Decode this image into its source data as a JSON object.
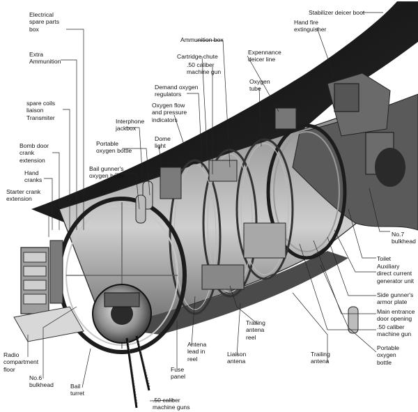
{
  "diagram": {
    "labels": [
      {
        "id": "stabilizer-deicer-boot",
        "text": "Stabilizer deicer boot"
      },
      {
        "id": "hand-fire-extinguisher",
        "text": "Hand fire\nextinguisher"
      },
      {
        "id": "electrical-spare-parts-box",
        "text": "Electrical\nspare parts\nbox"
      },
      {
        "id": "ammunition-box",
        "text": "Ammunition box"
      },
      {
        "id": "cartridge-chute",
        "text": "Cartridge chute"
      },
      {
        "id": "caliber-50-machine-gun-top",
        "text": ".50 caliber\nmachine gun"
      },
      {
        "id": "expennance-deicer-line",
        "text": "Expennance\ndeicer line"
      },
      {
        "id": "extra-ammunition",
        "text": "Extra\nAmmunition"
      },
      {
        "id": "oxygen-tube",
        "text": "Oxygen\ntube"
      },
      {
        "id": "demand-oxygen-regulators",
        "text": "Demand oxygen\nregulators"
      },
      {
        "id": "spare-coils-liaison-transmitter",
        "text": "spare coils\nliaison\nTransmiter"
      },
      {
        "id": "oxygen-flow-pressure-indicators",
        "text": "Oxygen flow\nand pressure\nindicators"
      },
      {
        "id": "interphone-jackbox",
        "text": "Interphone\njackbox"
      },
      {
        "id": "dome-light",
        "text": "Dome\nlight"
      },
      {
        "id": "portable-oxygen-bottle-top",
        "text": "Portable\noxygen bottle"
      },
      {
        "id": "bomb-door-crank-extension",
        "text": "Bomb door\ncrank\nextension"
      },
      {
        "id": "bail-gunners-oxygen-bottle",
        "text": "Bail gunner's\noxygen bottle"
      },
      {
        "id": "hand-cranks",
        "text": "Hand\ncranks"
      },
      {
        "id": "starter-crank-extension",
        "text": "Starter crank\nextension"
      },
      {
        "id": "no7-bulkhead",
        "text": "No.7\nbulkhead"
      },
      {
        "id": "toilet",
        "text": "Toilet"
      },
      {
        "id": "auxiliary-dc-generator-unit",
        "text": "Auxiliary\ndirect current\ngenerator unit"
      },
      {
        "id": "side-gunners-armor-plate",
        "text": "Side gunner's\narmor plate"
      },
      {
        "id": "main-entrance-door-opening",
        "text": "Main entrance\ndoor opening"
      },
      {
        "id": "caliber-50-machine-gun-right",
        "text": ".50 caliber\nmachine gun"
      },
      {
        "id": "trailing-antena-reel",
        "text": "Trailing\nantena\nreel"
      },
      {
        "id": "portable-oxygen-bottle-bottom",
        "text": "Portable\noxygen\nbottle"
      },
      {
        "id": "radio-compartment-floor",
        "text": "Radio\ncompartment\nfloor"
      },
      {
        "id": "antena-lead-in-reel",
        "text": "Antena\nlead in\nreel"
      },
      {
        "id": "liaison-antena",
        "text": "Liaison\nantena"
      },
      {
        "id": "trailing-antena",
        "text": "Trailing\nantena"
      },
      {
        "id": "no6-bulkhead",
        "text": "No.6\nbulkhead"
      },
      {
        "id": "bail-turret",
        "text": "Bail\nturret"
      },
      {
        "id": "fuse-panel",
        "text": "Fuse\npanel"
      },
      {
        "id": "caliber-50-machine-guns-bottom",
        "text": ".50 caliber\nmachine guns"
      }
    ]
  }
}
